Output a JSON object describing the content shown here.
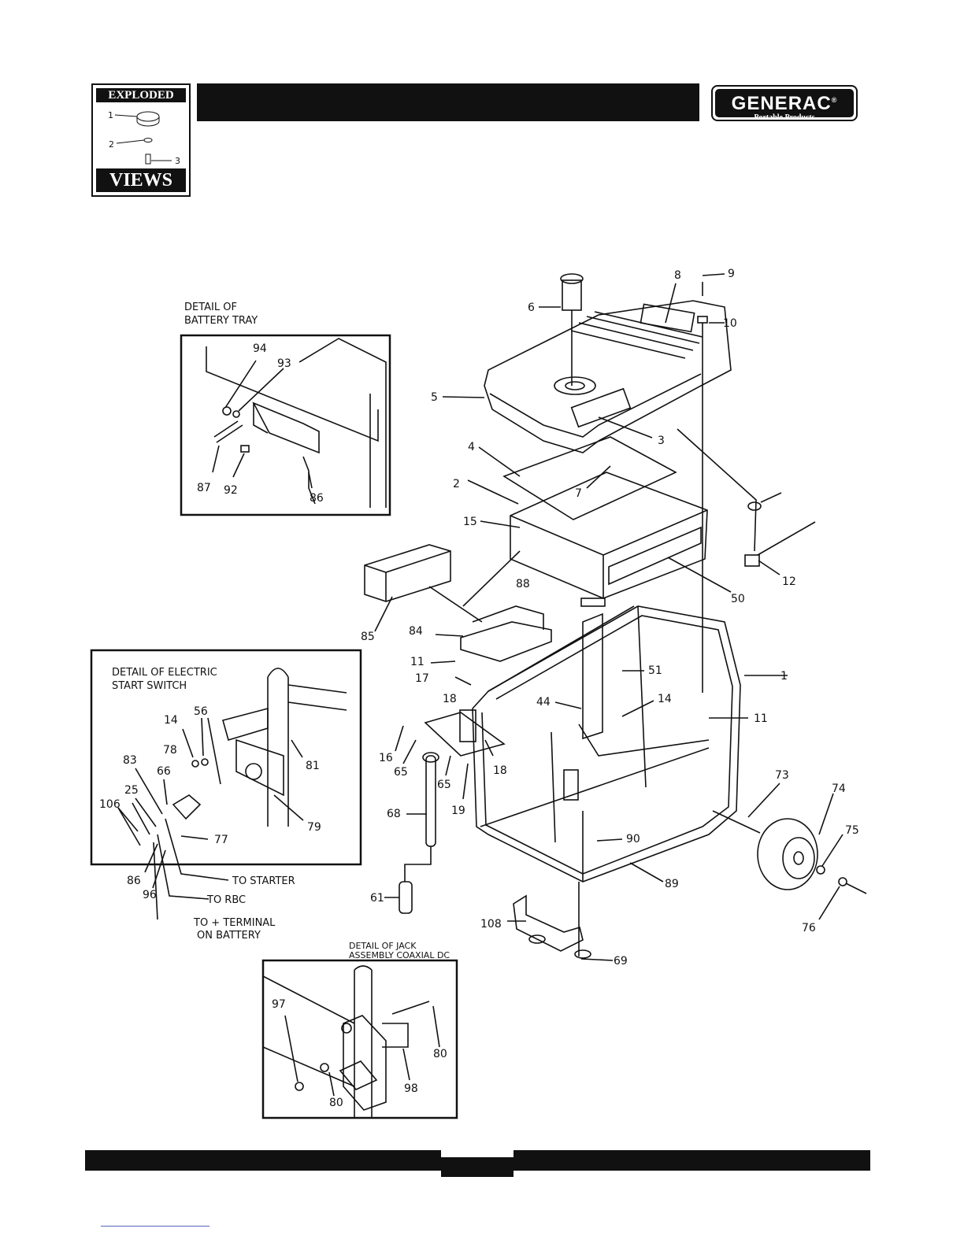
{
  "badge": {
    "top": "EXPLODED",
    "bottom": "VIEWS",
    "mini_labels": [
      "1",
      "2",
      "3"
    ]
  },
  "brand": {
    "name": "GENERAC",
    "registered": "®",
    "subtitle": "Portable Products"
  },
  "details": {
    "battery_tray": {
      "title_line1": "DETAIL OF",
      "title_line2": "BATTERY TRAY"
    },
    "electric_start": {
      "title_line1": "DETAIL OF ELECTRIC",
      "title_line2": "START SWITCH",
      "notes": [
        "TO STARTER",
        "TO RBC",
        "TO + TERMINAL",
        "ON BATTERY"
      ]
    },
    "jack": {
      "title_line1": "DETAIL OF JACK",
      "title_line2": "ASSEMBLY COAXIAL DC"
    }
  },
  "callouts": {
    "main": [
      "1",
      "2",
      "3",
      "4",
      "5",
      "6",
      "7",
      "8",
      "9",
      "10",
      "11",
      "11",
      "12",
      "14",
      "15",
      "16",
      "17",
      "18",
      "18",
      "19",
      "44",
      "50",
      "51",
      "61",
      "65",
      "65",
      "68",
      "69",
      "73",
      "74",
      "75",
      "76",
      "84",
      "85",
      "88",
      "89",
      "90",
      "108"
    ],
    "battery_tray": [
      "94",
      "93",
      "87",
      "92",
      "86"
    ],
    "electric_start": [
      "14",
      "56",
      "78",
      "81",
      "83",
      "66",
      "25",
      "106",
      "77",
      "79",
      "86",
      "96"
    ],
    "jack": [
      "97",
      "80",
      "98",
      "80"
    ]
  }
}
